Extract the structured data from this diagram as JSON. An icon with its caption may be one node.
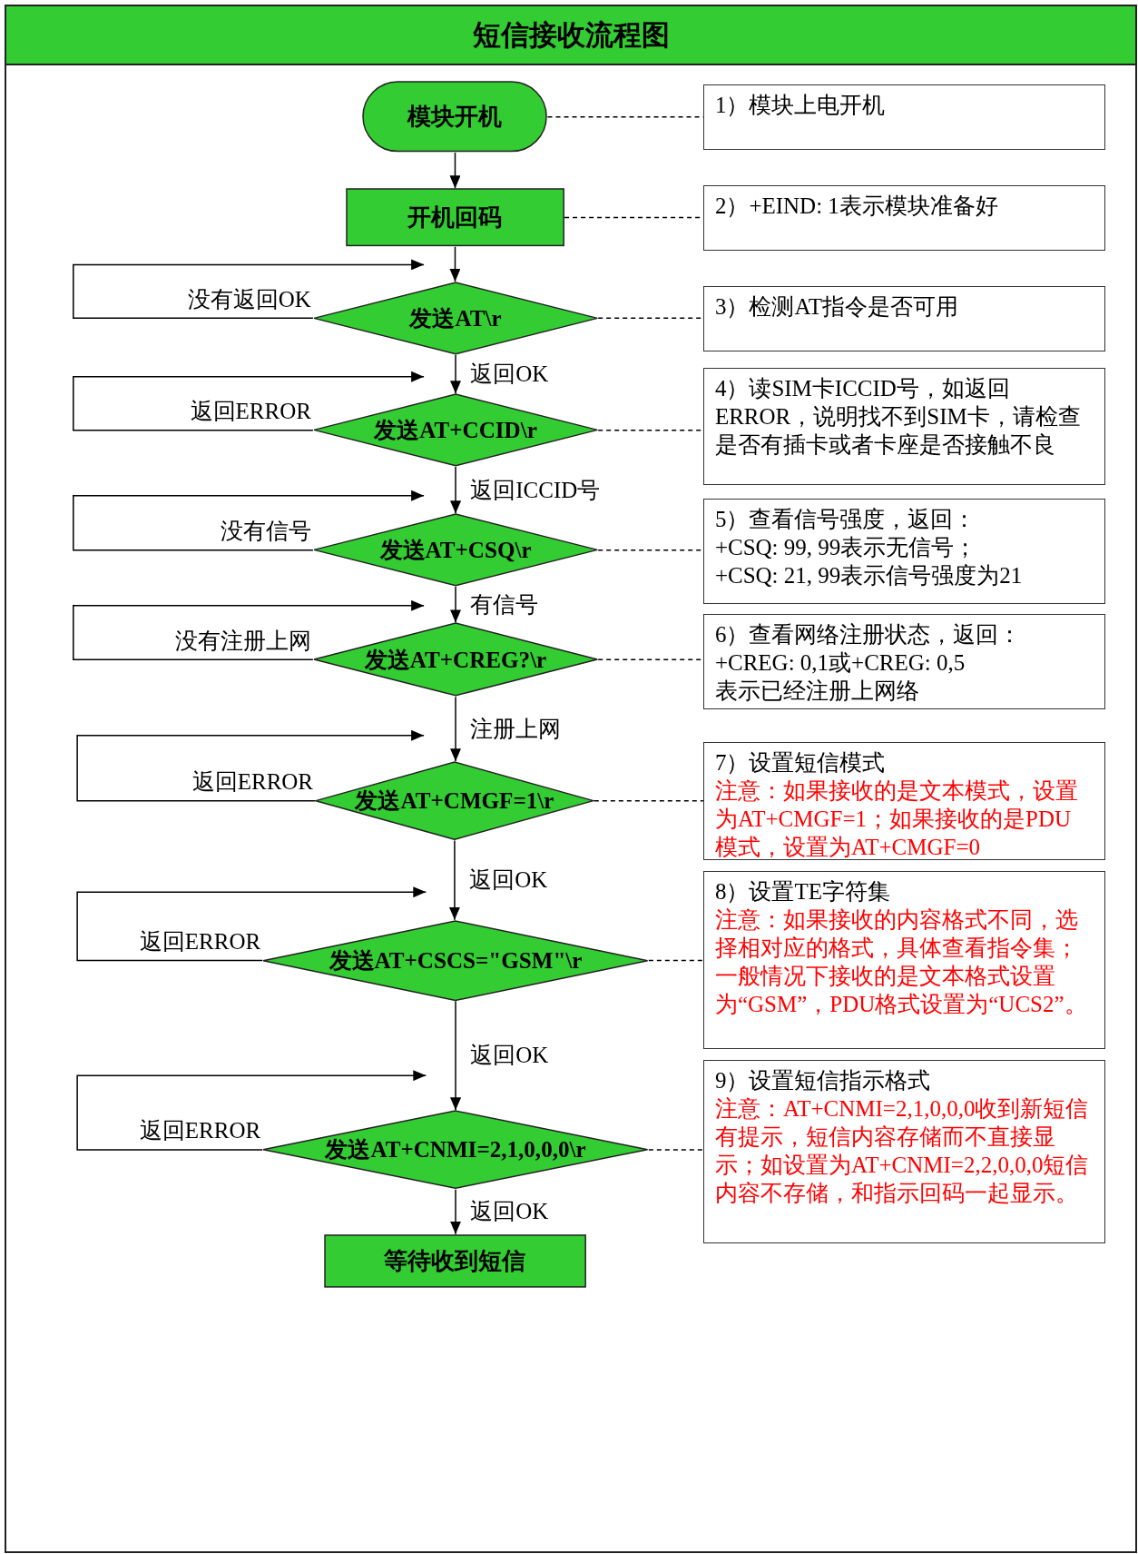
{
  "diagram": {
    "title": "短信接收流程图",
    "nodes": [
      {
        "text": [
          "模块开机"
        ]
      },
      {
        "text": [
          "开机回码"
        ]
      },
      {
        "text": [
          "发送AT\\r"
        ]
      },
      {
        "text": [
          "发送AT+CCID\\r"
        ]
      },
      {
        "text": [
          "发送AT+CSQ\\r"
        ]
      },
      {
        "text": [
          "发送AT+CREG?\\r"
        ]
      },
      {
        "text": [
          "发送AT+CMGF=1\\r"
        ]
      },
      {
        "text": [
          "发送AT+CSCS=\"GSM\"\\r"
        ]
      },
      {
        "text": [
          "发送AT+CNMI=2,1,0,0,0\\r"
        ]
      },
      {
        "text": [
          "等待收到短信"
        ]
      },
      {
        "text": [
          "1）模块上电开机"
        ]
      },
      {
        "text": [
          "2）+EIND: 1表示模块准备好"
        ]
      },
      {
        "text": [
          "3）检测AT指令是否可用"
        ]
      },
      {
        "text": [
          "4）读SIM卡ICCID号，如返回ERROR，说明找不到SIM卡，请检查是否有插卡或者卡座是否接触不良"
        ]
      },
      {
        "text": [
          "5）查看信号强度，返回：",
          "+CSQ: 99, 99表示无信号；",
          "+CSQ: 21, 99表示信号强度为21"
        ]
      },
      {
        "text": [
          "6）查看网络注册状态，返回：",
          "+CREG: 0,1或+CREG: 0,5",
          "表示已经注册上网络"
        ]
      },
      {
        "text": [
          "7）设置短信模式",
          "注意：如果接收的是文本模式，设置为AT+CMGF=1；如果接收的是PDU模式，设置为AT+CMGF=0"
        ]
      },
      {
        "text": [
          "8）设置TE字符集",
          "注意：如果接收的内容格式不同，选择相对应的格式，具体查看指令集；一般情况下接收的是文本格式设置为“GSM”，PDU格式设置为“UCS2”。"
        ]
      },
      {
        "text": [
          "9）设置短信指示格式",
          "注意：AT+CNMI=2,1,0,0,0收到新短信有提示，短信内容存储而不直接显示；如设置为AT+CNMI=2,2,0,0,0短信内容不存储，和指示回码一起显示。"
        ]
      }
    ],
    "edges": [
      {
        "from": 0,
        "to": 1,
        "arrow": "to"
      },
      {
        "from": 1,
        "to": 2,
        "arrow": "to"
      },
      {
        "from": 2,
        "to": 3,
        "arrow": "to",
        "label": "返回OK"
      },
      {
        "from": 3,
        "to": 4,
        "arrow": "to",
        "label": "返回ICCID号"
      },
      {
        "from": 4,
        "to": 5,
        "arrow": "to",
        "label": "有信号"
      },
      {
        "from": 5,
        "to": 6,
        "arrow": "to",
        "label": "注册上网"
      },
      {
        "from": 6,
        "to": 7,
        "arrow": "to",
        "label": "返回OK"
      },
      {
        "from": 7,
        "to": 8,
        "arrow": "to",
        "label": "返回OK"
      },
      {
        "from": 8,
        "to": 9,
        "arrow": "to",
        "label": "返回OK"
      },
      {
        "from": 2,
        "to": 2,
        "arrow": "to",
        "label": "没有返回OK"
      },
      {
        "from": 3,
        "to": 3,
        "arrow": "to",
        "label": "返回ERROR"
      },
      {
        "from": 4,
        "to": 4,
        "arrow": "to",
        "label": "没有信号"
      },
      {
        "from": 5,
        "to": 5,
        "arrow": "to",
        "label": "没有注册上网"
      },
      {
        "from": 6,
        "to": 6,
        "arrow": "to",
        "label": "返回ERROR"
      },
      {
        "from": 7,
        "to": 7,
        "arrow": "to",
        "label": "返回ERROR"
      },
      {
        "from": 8,
        "to": 8,
        "arrow": "to",
        "label": "返回ERROR"
      },
      {
        "from": 0,
        "to": 10,
        "arrow": "none",
        "style": "dashed"
      },
      {
        "from": 1,
        "to": 11,
        "arrow": "none",
        "style": "dashed"
      },
      {
        "from": 2,
        "to": 12,
        "arrow": "none",
        "style": "dashed"
      },
      {
        "from": 3,
        "to": 13,
        "arrow": "none",
        "style": "dashed"
      },
      {
        "from": 4,
        "to": 14,
        "arrow": "none",
        "style": "dashed"
      },
      {
        "from": 5,
        "to": 15,
        "arrow": "none",
        "style": "dashed"
      },
      {
        "from": 6,
        "to": 16,
        "arrow": "none",
        "style": "dashed"
      },
      {
        "from": 7,
        "to": 17,
        "arrow": "none",
        "style": "dashed"
      },
      {
        "from": 8,
        "to": 18,
        "arrow": "none",
        "style": "dashed"
      }
    ]
  }
}
